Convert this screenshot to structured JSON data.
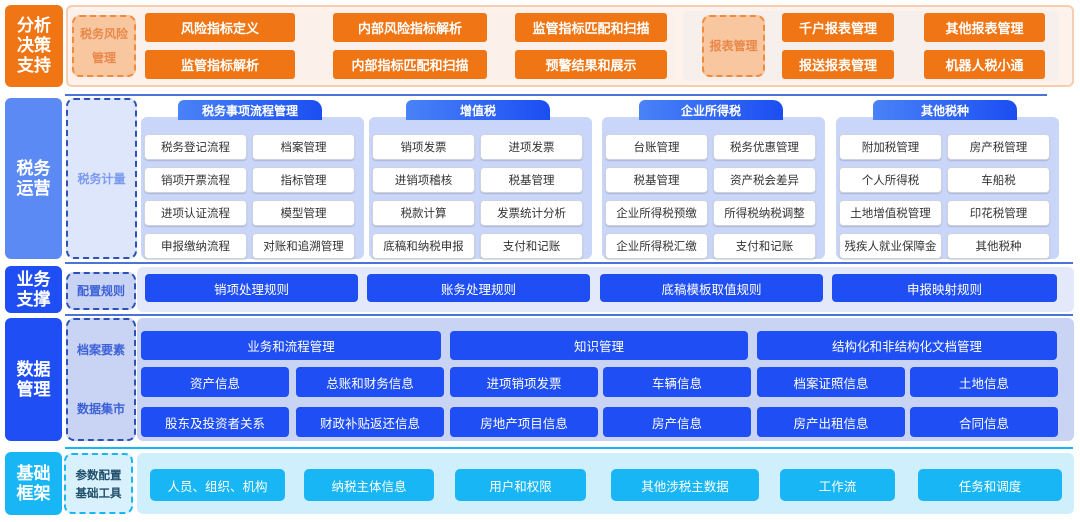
{
  "colors": {
    "orange": "#f07515",
    "blue": "#1f4ef5",
    "light_blue": "#5b8af5",
    "cyan": "#18b6f5"
  },
  "layers": {
    "decision": {
      "label": "分析决策支持",
      "risk_group": "税务风险管理",
      "risk_items": [
        "风险指标定义",
        "内部风险指标解析",
        "监管指标匹配和扫描",
        "监管指标解析",
        "内部指标匹配和扫描",
        "预警结果和展示"
      ],
      "report_group": "报表管理",
      "report_items": [
        "千户报表管理",
        "其他报表管理",
        "报送报表管理",
        "机器人税小通"
      ]
    },
    "operation": {
      "label": "税务运营",
      "side": "税务计量",
      "groups": [
        {
          "title": "税务事项流程管理",
          "items": [
            "税务登记流程",
            "档案管理",
            "销项开票流程",
            "指标管理",
            "进项认证流程",
            "模型管理",
            "申报缴纳流程",
            "对账和追溯管理"
          ]
        },
        {
          "title": "增值税",
          "items": [
            "销项发票",
            "进项发票",
            "进销项稽核",
            "税基管理",
            "税款计算",
            "发票统计分析",
            "底稿和纳税申报",
            "支付和记账"
          ]
        },
        {
          "title": "企业所得税",
          "items": [
            "台账管理",
            "税务优惠管理",
            "税基管理",
            "资产税会差异",
            "企业所得税预缴",
            "所得税纳税调整",
            "企业所得税汇缴",
            "支付和记账"
          ]
        },
        {
          "title": "其他税种",
          "items": [
            "附加税管理",
            "房产税管理",
            "个人所得税",
            "车船税",
            "土地增值税管理",
            "印花税管理",
            "残疾人就业保障金",
            "其他税种"
          ]
        }
      ]
    },
    "support": {
      "label": "业务支撑",
      "side": "配置规则",
      "items": [
        "销项处理规则",
        "账务处理规则",
        "底稿模板取值规则",
        "申报映射规则"
      ]
    },
    "data": {
      "label": "数据管理",
      "side": [
        "档案要素",
        "数据集市"
      ],
      "top": [
        "业务和流程管理",
        "知识管理",
        "结构化和非结构化文档管理"
      ],
      "row2": [
        "资产信息",
        "总账和财务信息",
        "进项销项发票",
        "车辆信息",
        "档案证照信息",
        "土地信息"
      ],
      "row3": [
        "股东及投资者关系",
        "财政补贴返还信息",
        "房地产项目信息",
        "房产信息",
        "房产出租信息",
        "合同信息"
      ]
    },
    "foundation": {
      "label": "基础框架",
      "side": "参数配置基础工具",
      "items": [
        "人员、组织、机构",
        "纳税主体信息",
        "用户和权限",
        "其他涉税主数据",
        "工作流",
        "任务和调度"
      ]
    }
  }
}
